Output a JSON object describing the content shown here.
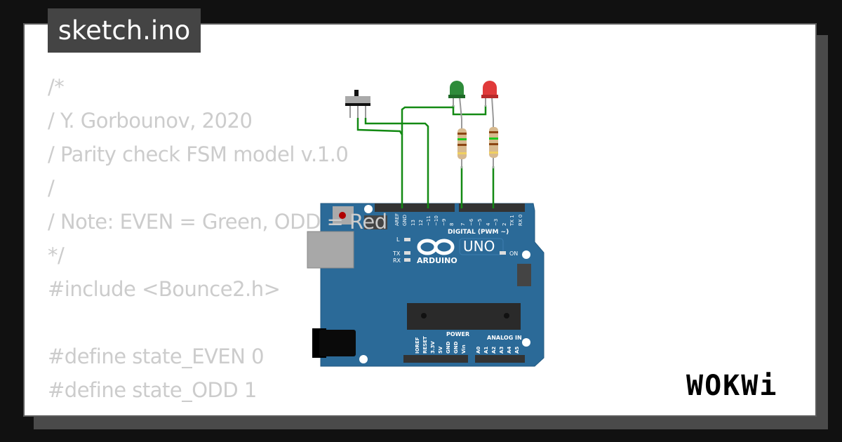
{
  "title": "sketch.ino",
  "code_lines": [
    "/*",
    "/       Y. Gorbounov, 2020",
    "/       Parity check FSM model v.1.0",
    "/",
    "/       Note: EVEN = Green, ODD = Red",
    "*/",
    "#include <Bounce2.h>",
    "",
    "#define state_EVEN  0",
    "#define state_ODD   1"
  ],
  "board": {
    "brand": "ARDUINO",
    "model": "UNO",
    "digital_label": "DIGITAL (PWM ~)",
    "power_label": "POWER",
    "analog_label": "ANALOG IN",
    "led_l": "L",
    "led_tx": "TX",
    "led_rx": "RX",
    "led_on": "ON",
    "top_pins": [
      "AREF",
      "GND",
      "13",
      "12",
      "~11",
      "~10",
      "~9",
      "8",
      "7",
      "~6",
      "~5",
      "4",
      "~3",
      "2",
      "TX 1",
      "RX 0"
    ],
    "bottom_pins": [
      "IOREF",
      "RESET",
      "3.3V",
      "5V",
      "GND",
      "GND",
      "Vin",
      "A0",
      "A1",
      "A2",
      "A3",
      "A4",
      "A5"
    ]
  },
  "components": {
    "led_green_color": "#2e8b3a",
    "led_red_color": "#e03a3a",
    "wire_color": "#138a13",
    "board_color": "#2b6a98"
  },
  "logo": "WOKWi"
}
